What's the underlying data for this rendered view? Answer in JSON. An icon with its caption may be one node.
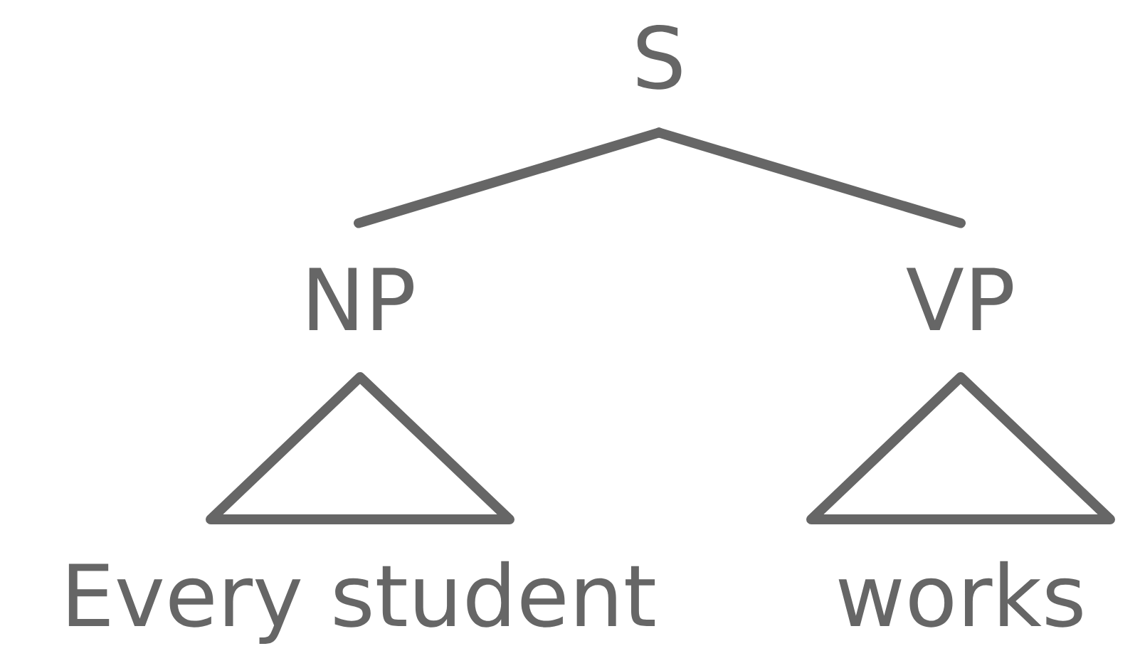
{
  "diagram": {
    "nodes": [
      {
        "text": [
          "S"
        ]
      },
      {
        "text": [
          "NP"
        ]
      },
      {
        "text": [
          "VP"
        ]
      },
      {
        "text": [],
        "shape": "triangle"
      },
      {
        "text": [],
        "shape": "triangle"
      },
      {
        "text": [
          "Every student"
        ]
      },
      {
        "text": [
          "works"
        ]
      }
    ],
    "edges": [
      {
        "from": 0,
        "to": 1,
        "arrow": "none"
      },
      {
        "from": 0,
        "to": 2,
        "arrow": "none"
      }
    ]
  }
}
